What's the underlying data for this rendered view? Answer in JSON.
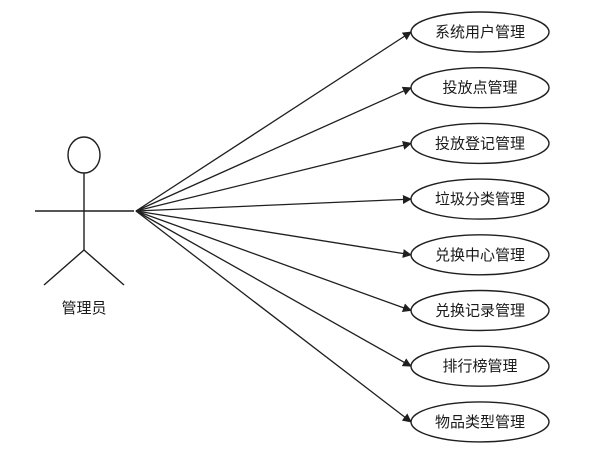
{
  "actor": {
    "label": "管理员"
  },
  "use_cases": [
    {
      "label": "系统用户管理"
    },
    {
      "label": "投放点管理"
    },
    {
      "label": "投放登记管理"
    },
    {
      "label": "垃圾分类管理"
    },
    {
      "label": "兑换中心管理"
    },
    {
      "label": "兑换记录管理"
    },
    {
      "label": "排行榜管理"
    },
    {
      "label": "物品类型管理"
    }
  ],
  "colors": {
    "stroke": "#1f1f1f",
    "fill": "#ffffff",
    "text": "#1a1a1a"
  }
}
